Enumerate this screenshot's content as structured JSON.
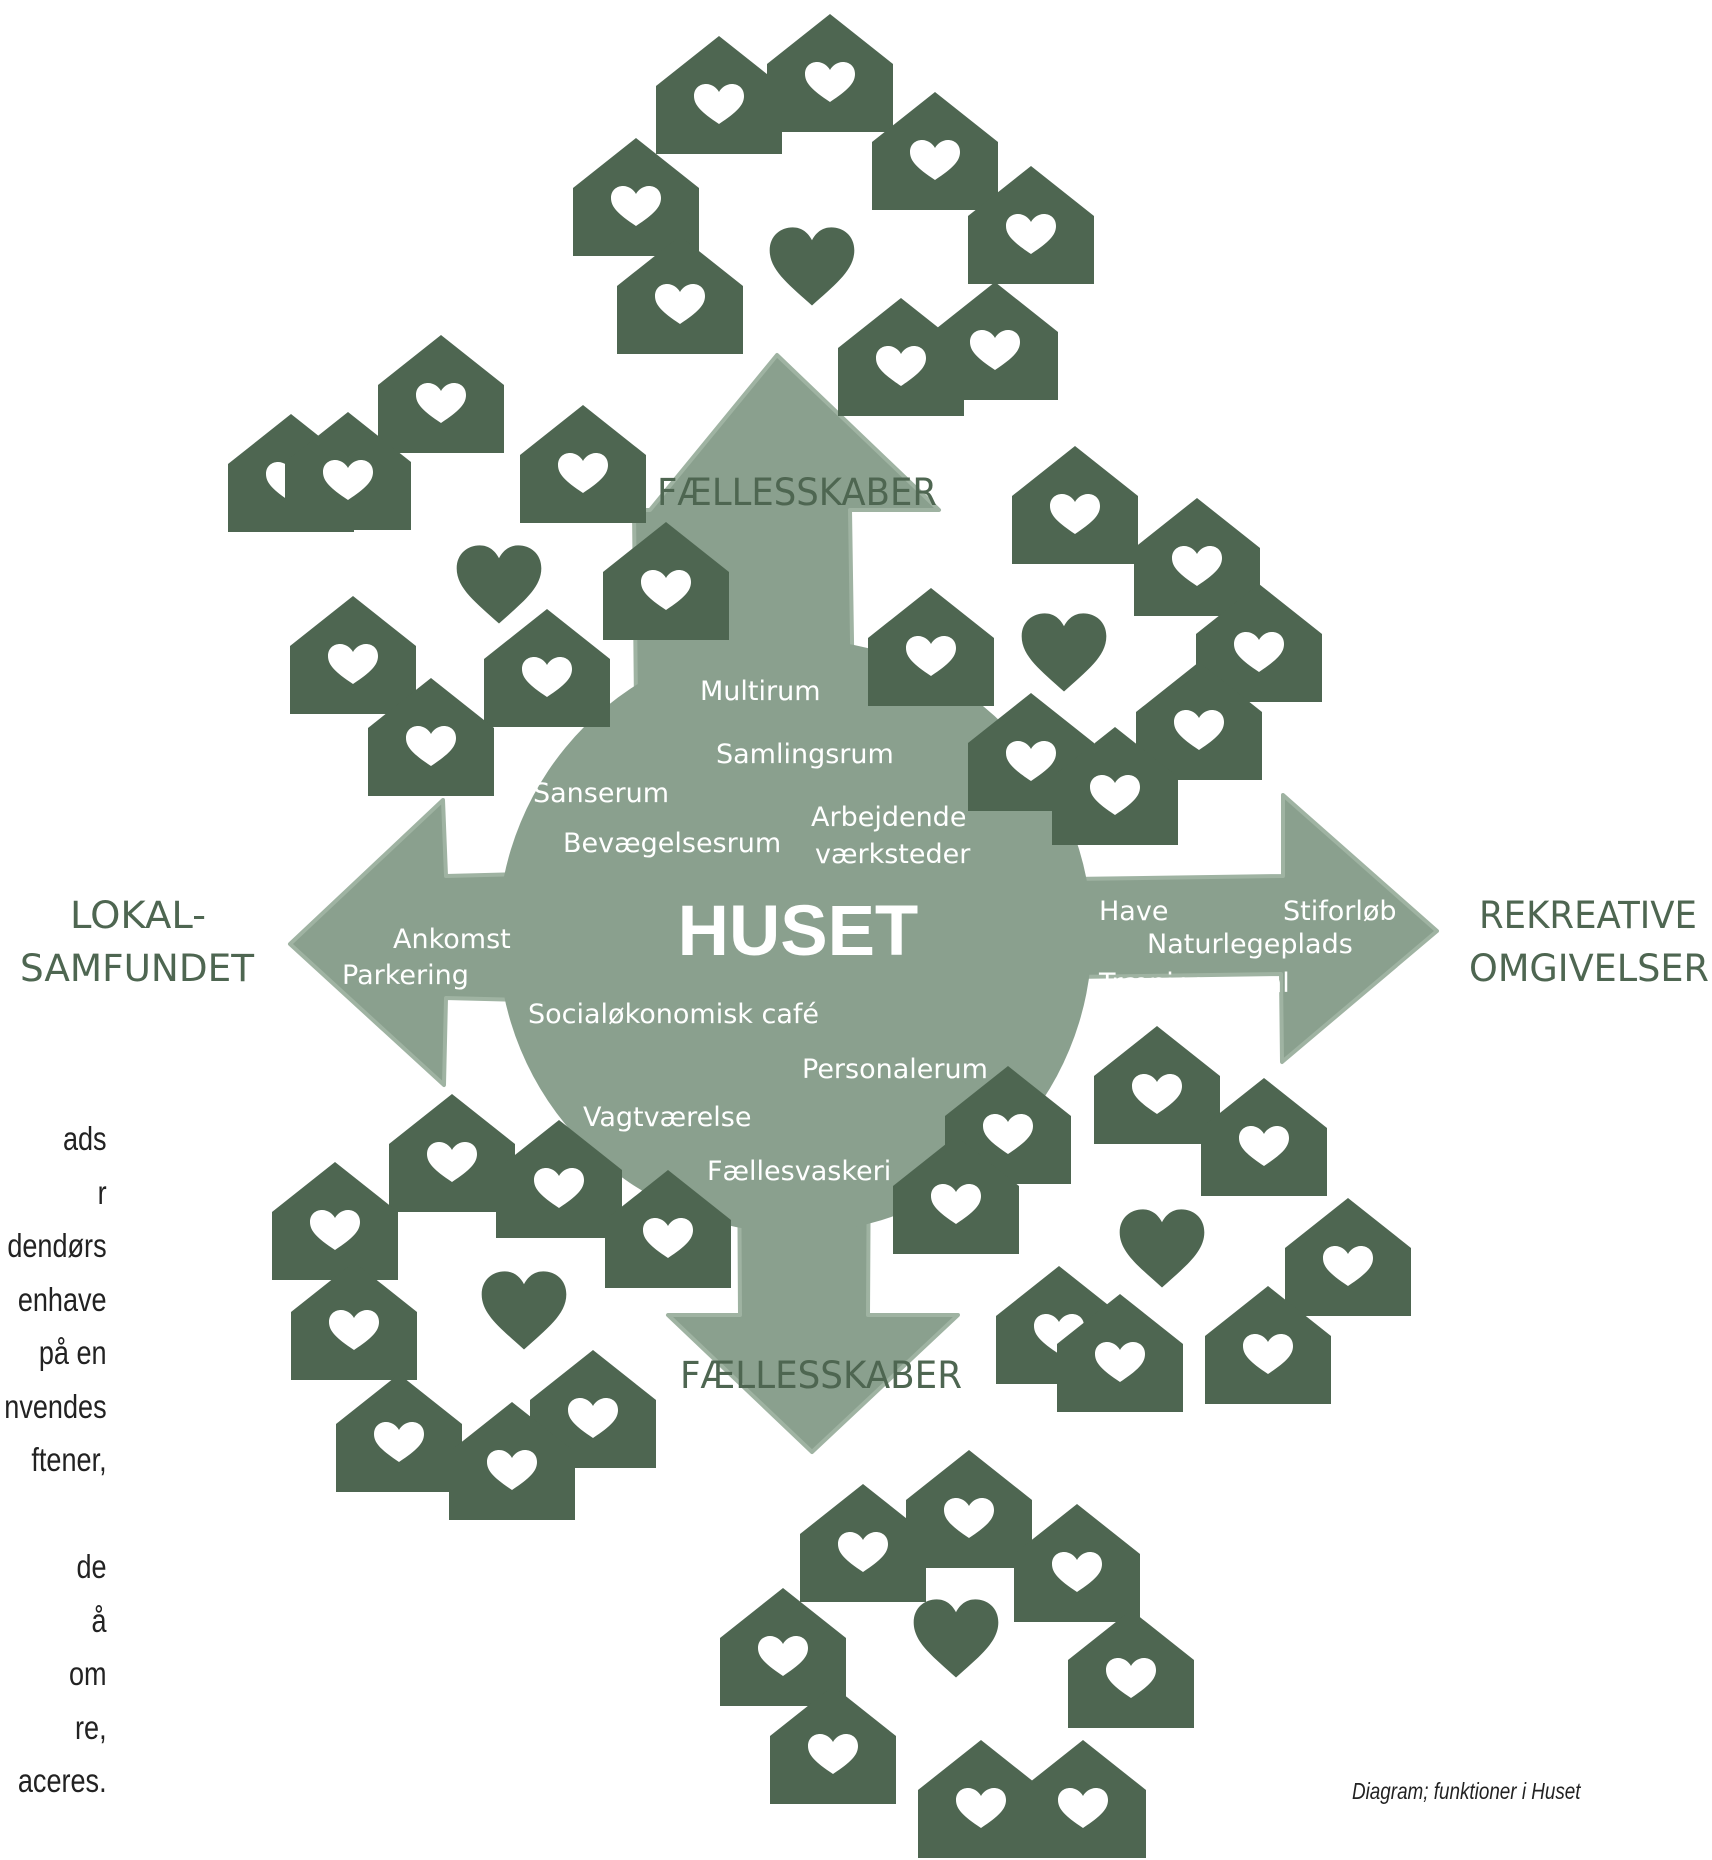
{
  "colors": {
    "house": "#4e6651",
    "arrow": "#8aa08e",
    "arrow_edge": "#9fb3a2",
    "label_green": "#4e6651",
    "inner_text": "#ffffff",
    "body_text": "#222222"
  },
  "center": {
    "title": "HUSET"
  },
  "functions": {
    "multirum": "Multirum",
    "samlingsrum": "Samlingsrum",
    "sanserum": "Sanserum",
    "bevaegelsesrum": "Bevægelsesrum",
    "arbejdende_1": "Arbejdende",
    "arbejdende_2": "værksteder",
    "ankomst": "Ankomst",
    "parkering": "Parkering",
    "cafe": "Socialøkonomisk café",
    "personalerum": "Personalerum",
    "vagtvaerelse": "Vagtværelse",
    "faellesvaskeri": "Fællesvaskeri",
    "have": "Have",
    "stiforloeb": "Stiforløb",
    "naturlegeplads": "Naturlegeplads",
    "traeningsareal": "Træningsareal"
  },
  "arrow_labels": {
    "top": "FÆLLESSKABER",
    "bottom": "FÆLLESSKABER",
    "left_1": "LOKAL-",
    "left_2": "SAMFUNDET",
    "right_1": "REKREATIVE",
    "right_2": "OMGIVELSER"
  },
  "side_text_lines": [
    "ads",
    "r",
    "dendørs",
    "enhave",
    "på en",
    "nvendes",
    "ftener,",
    "",
    "de",
    "å",
    "om",
    "re,",
    "aceres."
  ],
  "caption": "Diagram; funktioner i Huset",
  "icons": {
    "house": "house-heart-icon",
    "heart": "heart-icon"
  }
}
